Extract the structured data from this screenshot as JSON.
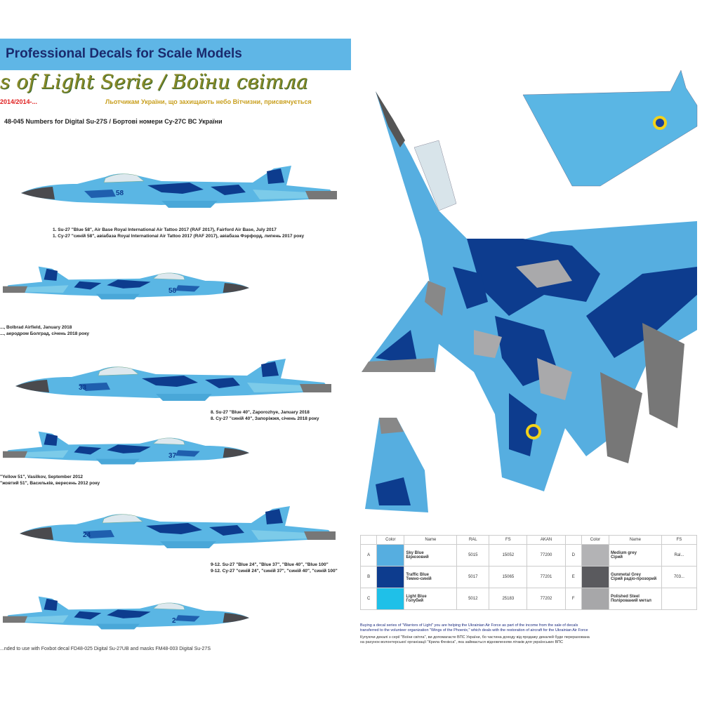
{
  "header": {
    "brand": "Professional Decals for Scale Models",
    "series_title": "s of Light Serie / Воїни світла",
    "years": "2014/2014-...",
    "subtitle": "Льотчикам України, що захищають небо Вітчизни, присвячується",
    "numbers_line": "48-045  Numbers for Digital Su-27S / Бортові номери Су-27С ВС України"
  },
  "side_views": [
    {
      "caption": [
        "1. Su-27 \"Blue 58\", Air Base Royal International Air Tattoo 2017 (RAF 2017), Fairford Air Base, July 2017",
        "1. Су-27 \"синій 58\", авіабаза Royal International Air Tattoo 2017 (RAF 2017), авіабаза Фэрфорд, липень 2017 року"
      ],
      "number": "58"
    },
    {
      "caption": [
        "..., Bolbrad Airfield, January 2018",
        "..., аеродром Болград, січень 2018 року"
      ],
      "number": "58"
    },
    {
      "caption": [
        "8. Su-27 \"Blue 40\", Zaporozhye, January 2018",
        "8. Су-27 \"синій 40\", Запоріжжя, січень 2018 року"
      ],
      "number": "33"
    },
    {
      "caption": [
        "\"Yellow 51\", Vasilkov, September 2012",
        "\"жовтий 51\", Васильків, вересень 2012 року"
      ],
      "number": "37"
    },
    {
      "caption": [
        "9-12. Su-27 \"Blue 24\", \"Blue 37\", \"Blue 40\", \"Blue 100\"",
        "9-12. Су-27 \"синій 24\", \"синій 37\", \"синій 40\", \"синій 100\""
      ],
      "number": "24"
    },
    {
      "caption": [],
      "number": "2"
    }
  ],
  "footer_note": "...nded to use with Foxbot decal FD48-025 Digital Su-27UB and masks FM48-003 Digital Su-27S",
  "color_table": {
    "headers": [
      "",
      "Color",
      "Name",
      "RAL",
      "FS",
      "AKAN",
      "",
      "Color",
      "Name",
      "FS"
    ],
    "rows": [
      {
        "left": {
          "letter": "A",
          "color": "#56aee0",
          "name_en": "Sky Blue",
          "name_ua": "Бірюзовий",
          "ral": "5015",
          "fs": "15052",
          "akan": "77200"
        },
        "right": {
          "letter": "D",
          "color": "#b3b3b5",
          "name_en": "Medium grey",
          "name_ua": "Сірий",
          "fs": "Ral..."
        }
      },
      {
        "left": {
          "letter": "B",
          "color": "#0d3c8e",
          "name_en": "Traffic Blue",
          "name_ua": "Темно-синій",
          "ral": "5017",
          "fs": "15065",
          "akan": "77201"
        },
        "right": {
          "letter": "E",
          "color": "#5a5a5e",
          "name_en": "Gunmetal Grey",
          "name_ua": "Сірий радіо-прозорий",
          "fs": "703..."
        }
      },
      {
        "left": {
          "letter": "C",
          "color": "#1fc0e8",
          "name_en": "Light Blue",
          "name_ua": "Голубий",
          "ral": "5012",
          "fs": "25183",
          "akan": "77202"
        },
        "right": {
          "letter": "F",
          "color": "#a7a7a9",
          "name_en": "Polished Steel",
          "name_ua": "Полірований метал",
          "fs": ""
        }
      }
    ]
  },
  "notes": {
    "en": [
      "Buying a decal series of \"Warriors of Light\" you are helping the Ukrainian Air Force as part of the income from the sale of decals",
      "transferred to the volunteer organization \"Wings of the Phoenix,\" which deals with the restoration of aircraft for the Ukrainian Air Force"
    ],
    "ua": [
      "Купуючи декалі з серії \"Воїни світла\", ви допомагаєте ВПС України, бо частина доходу від продажу декалей буде перерахована",
      "на рахунок волонтерської організації \"Крила Фенікса\", яка займається відновленням літаків для українських ВПС"
    ]
  },
  "colors": {
    "sky_blue": "#56aee0",
    "traffic_blue": "#0d3c8e",
    "light_blue": "#1fc0e8",
    "grey": "#a8a8aa",
    "roundel_yellow": "#f2d21a",
    "header_blue": "#5fb6e6"
  }
}
